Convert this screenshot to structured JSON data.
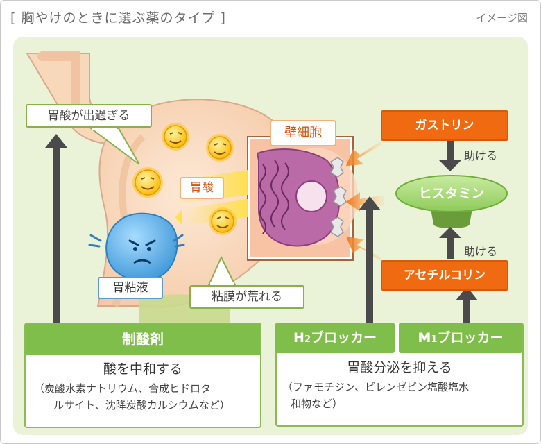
{
  "header": {
    "title": "[ 胸やけのときに選ぶ薬のタイプ ]",
    "badge": "イメージ図"
  },
  "stomach": {
    "acid_excess": "胃酸が出過ぎる",
    "acid": "胃酸",
    "mucus": "胃粘液",
    "mucosa": "粘膜が荒れる",
    "parietal_cell": "壁細胞"
  },
  "signals": {
    "gastrin": "ガストリン",
    "histamine": "ヒスタミン",
    "acetylcholine": "アセチルコリン",
    "helps_1": "助ける",
    "helps_2": "助ける"
  },
  "drugs": {
    "antacid": {
      "title": "制酸剤",
      "effect": "酸を中和する",
      "examples_1": "（炭酸水素ナトリウム、合成ヒドロタ",
      "examples_2": "ルサイト、沈降炭酸カルシウムなど）"
    },
    "h2": {
      "prefix": "H",
      "sub": "2",
      "suffix": "ブロッカー"
    },
    "m1": {
      "prefix": "M",
      "sub": "1",
      "suffix": "ブロッカー"
    },
    "blockers": {
      "effect": "胃酸分泌を抑える",
      "examples_1": "（ファモチジン、ピレンゼピン塩酸塩水",
      "examples_2": "和物など）"
    }
  },
  "colors": {
    "panel": "#eaf3d8",
    "green": "#7fbe4a",
    "orange": "#ef6a10",
    "arrow": "#4a4a4a"
  }
}
